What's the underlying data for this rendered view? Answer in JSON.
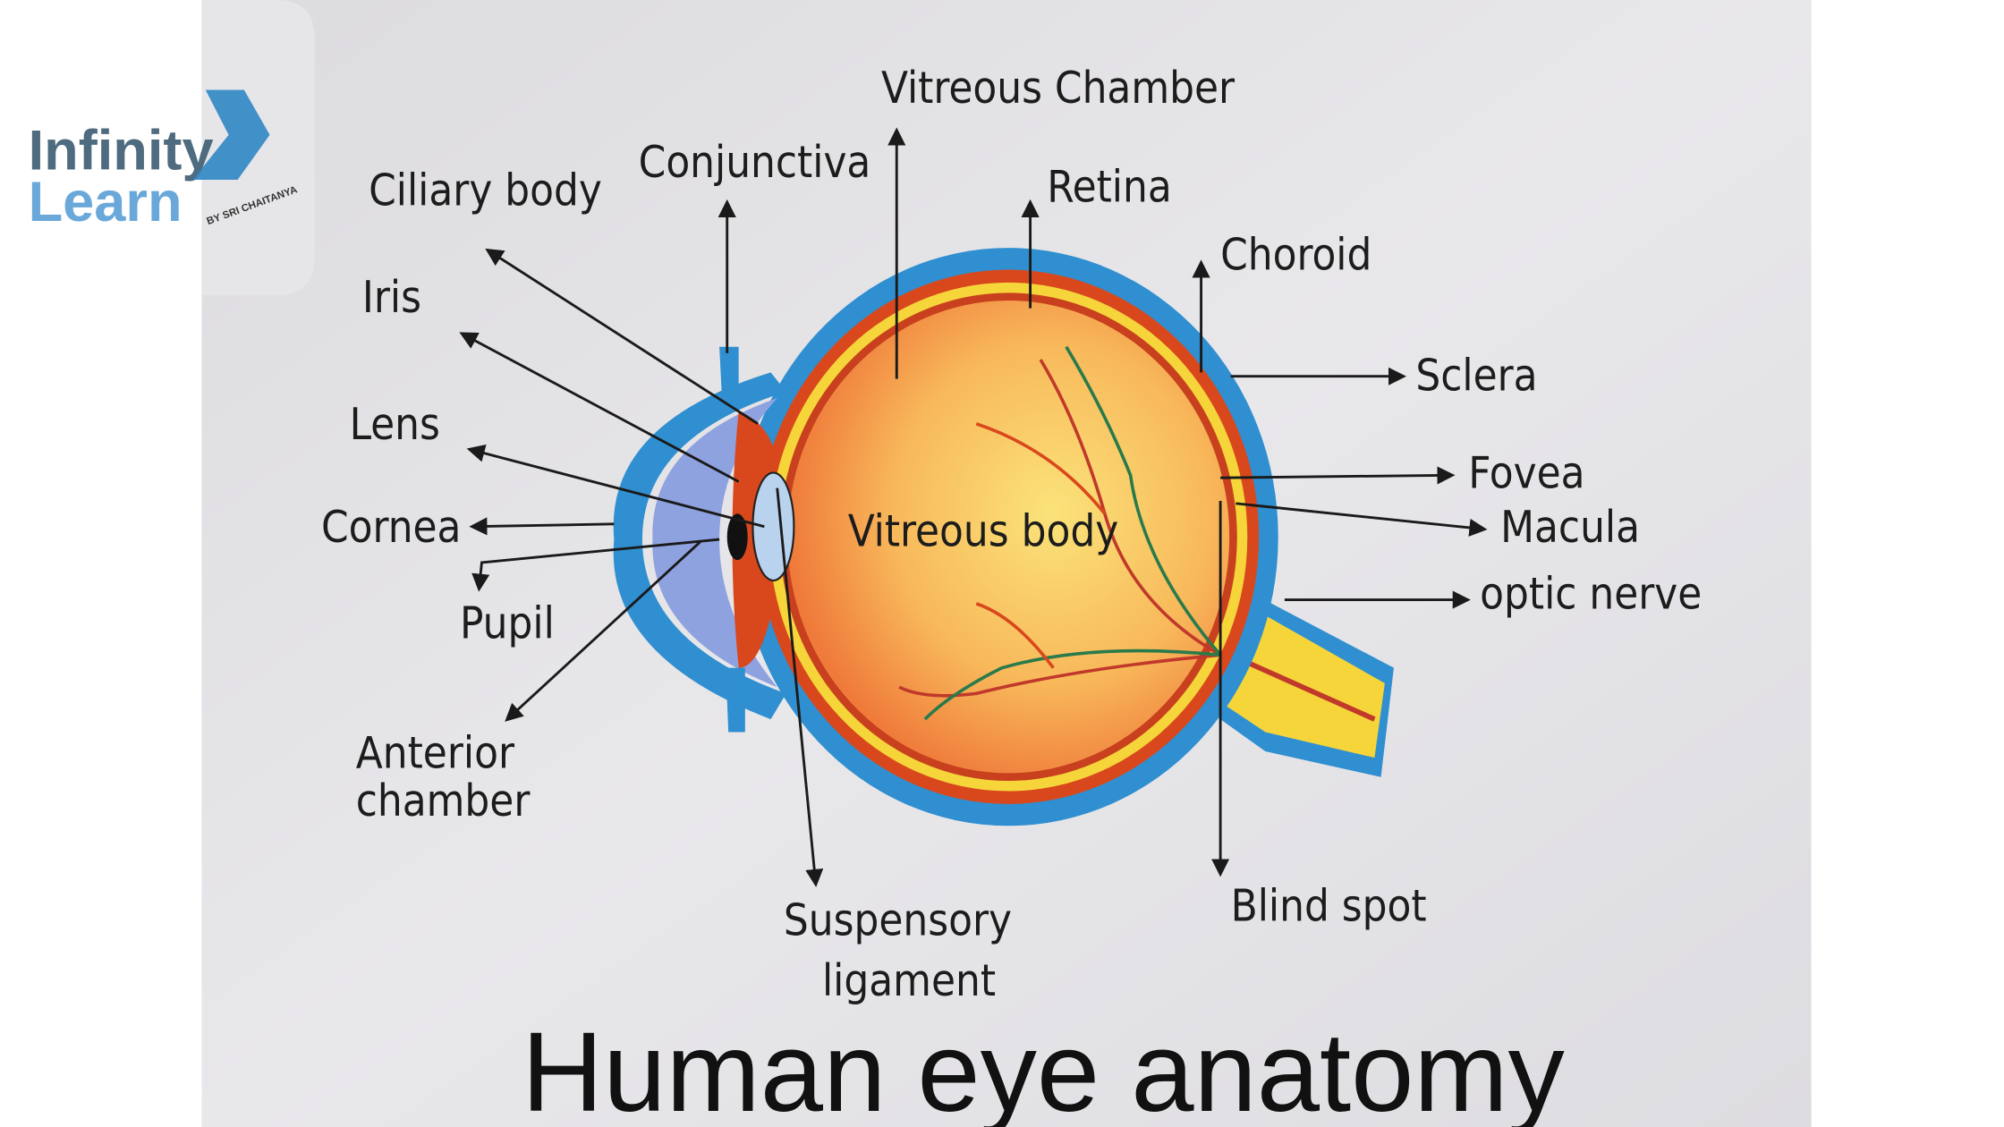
{
  "logo": {
    "line1": "Infinity",
    "line2": "Learn",
    "tagline": "BY SRI CHAITANYA"
  },
  "diagram": {
    "title": "Human eye anatomy",
    "labels": {
      "vitreous_chamber": "Vitreous Chamber",
      "conjunctiva": "Conjunctiva",
      "retina": "Retina",
      "choroid": "Choroid",
      "ciliary_body": "Ciliary body",
      "iris": "Iris",
      "lens": "Lens",
      "cornea": "Cornea",
      "pupil": "Pupil",
      "anterior_chamber_1": "Anterior",
      "anterior_chamber_2": "chamber",
      "suspensory_ligament_1": "Suspensory",
      "suspensory_ligament_2": "ligament",
      "blind_spot": "Blind spot",
      "sclera": "Sclera",
      "fovea": "Fovea",
      "macula": "Macula",
      "optic_nerve": "optic nerve",
      "vitreous_body": "Vitreous body"
    }
  },
  "colors": {
    "paper": "#e4e3e6",
    "sclera": "#2f8fd0",
    "choroid": "#d9481c",
    "retina": "#f5d53a",
    "vitreous": "#f6a54a",
    "logo_dark": "#4f6b80",
    "logo_light": "#6aa8da"
  }
}
